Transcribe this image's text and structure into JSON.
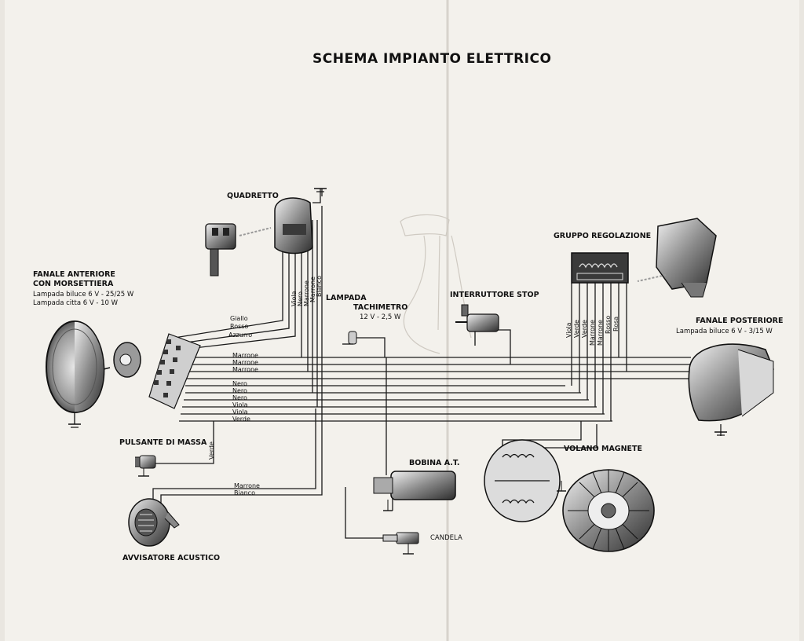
{
  "title": "SCHEMA IMPIANTO ELETTRICO",
  "components": {
    "quadretto": "QUADRETTO",
    "fanale_anteriore": {
      "name_line1": "FANALE ANTERIORE",
      "name_line2": "CON MORSETTIERA",
      "spec_line1": "Lampada biluce 6 V - 25/25 W",
      "spec_line2": "Lampada citta 6 V - 10 W"
    },
    "lampada_tachimetro": {
      "name_line1": "LAMPADA",
      "name_line2": "TACHIMETRO",
      "spec": "12 V - 2,5 W"
    },
    "interruttore_stop": "INTERRUTTORE STOP",
    "gruppo_regolazione": "GRUPPO REGOLAZIONE",
    "fanale_posteriore": {
      "name": "FANALE POSTERIORE",
      "spec": "Lampada biluce 6 V - 3/15 W"
    },
    "pulsante_di_massa": "PULSANTE DI MASSA",
    "bobina": "BOBINA A.T.",
    "volano_magnete": "VOLANO MAGNETE",
    "candela": "CANDELA",
    "avvisatore_acustico": "AVVISATORE ACUSTICO"
  },
  "wires": {
    "quadretto_left": [
      "Giallo",
      "Rosso",
      "Azzurro"
    ],
    "quadretto_vertical": [
      "Viola",
      "Nero",
      "Marrone",
      "Marrone",
      "Bianco"
    ],
    "harness": [
      "Marrone",
      "Marrone",
      "Marrone",
      "Nero",
      "Nero",
      "Nero",
      "Viola",
      "Viola",
      "Verde"
    ],
    "pulsante": "Verde",
    "avvisatore": [
      "Marrone",
      "Bianco"
    ],
    "gruppo": [
      "Viola",
      "Verde",
      "Verde",
      "Marrone",
      "Marrone",
      "Rosso",
      "Rosa"
    ]
  },
  "colors": {
    "paper": "#f3f1ec",
    "ink": "#1a1a1a",
    "fold": "#d7d3cc"
  }
}
